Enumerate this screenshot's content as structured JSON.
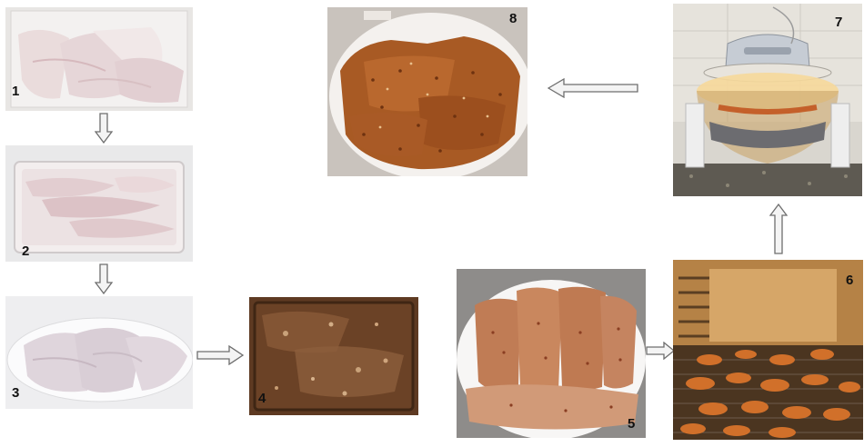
{
  "steps": [
    {
      "number": "1"
    },
    {
      "number": "2"
    },
    {
      "number": "3"
    },
    {
      "number": "4"
    },
    {
      "number": "5"
    },
    {
      "number": "6"
    },
    {
      "number": "7"
    },
    {
      "number": "8"
    }
  ],
  "colors": {
    "arrow_fill": "#f4f4f4",
    "arrow_stroke": "#6e6e6e",
    "fish_raw": "#e9dcdc",
    "marinade": "#6b4226",
    "fried_crust": "#a85a24",
    "oven_glow": "#f2b35a"
  }
}
